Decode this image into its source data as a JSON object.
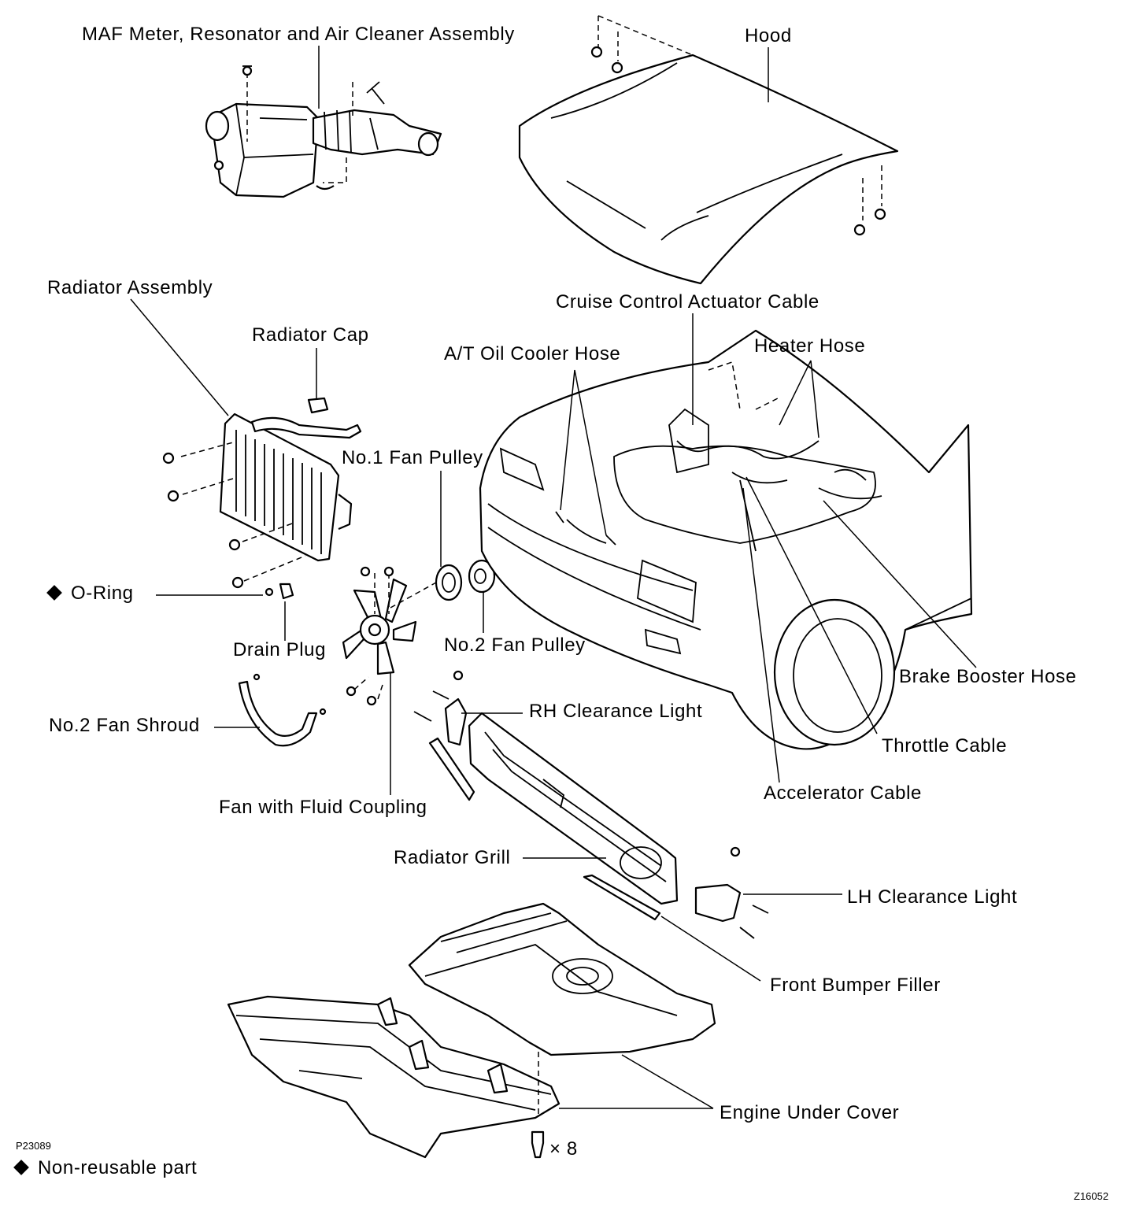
{
  "diagram": {
    "labels": {
      "maf_assembly": "MAF Meter, Resonator and Air Cleaner Assembly",
      "hood": "Hood",
      "radiator_assembly": "Radiator Assembly",
      "radiator_cap": "Radiator Cap",
      "cruise_cable": "Cruise Control Actuator Cable",
      "at_oil_hose": "A/T Oil Cooler Hose",
      "heater_hose": "Heater Hose",
      "no1_fan_pulley": "No.1 Fan Pulley",
      "o_ring": "O-Ring",
      "drain_plug": "Drain Plug",
      "no2_fan_pulley": "No.2 Fan Pulley",
      "brake_booster_hose": "Brake Booster Hose",
      "no2_fan_shroud": "No.2 Fan Shroud",
      "rh_clearance_light": "RH Clearance Light",
      "throttle_cable": "Throttle Cable",
      "accelerator_cable": "Accelerator Cable",
      "fan_fluid_coupling": "Fan with Fluid Coupling",
      "radiator_grill": "Radiator Grill",
      "lh_clearance_light": "LH Clearance Light",
      "front_bumper_filler": "Front Bumper Filler",
      "engine_under_cover": "Engine Under Cover",
      "bolt_count": "× 8"
    },
    "legend": "Non-reusable part",
    "figure_code": "P23089",
    "corner_code": "Z16052"
  }
}
